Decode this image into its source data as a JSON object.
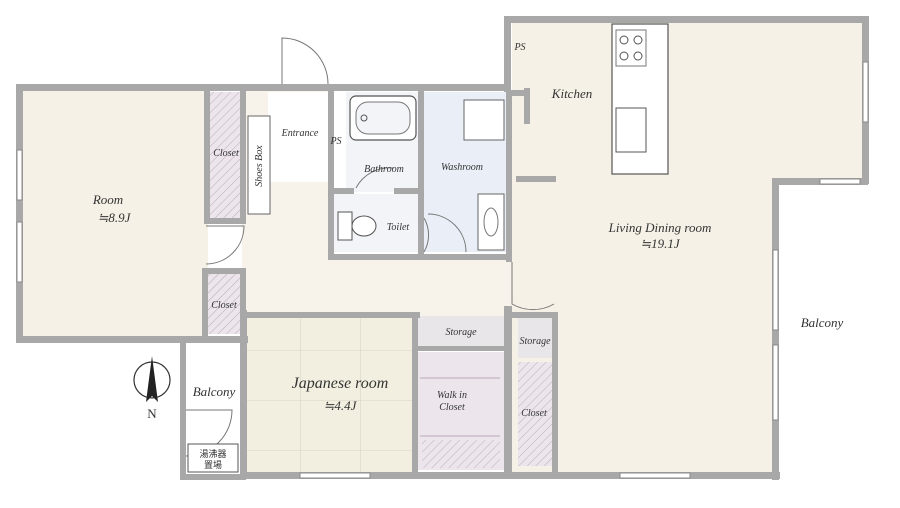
{
  "rooms": {
    "kitchen": "Kitchen",
    "ldk_name": "Living Dining room",
    "ldk_size": "≒19.1J",
    "room_name": "Room",
    "room_size": "≒8.9J",
    "japanese_name": "Japanese room",
    "japanese_size": "≒4.4J",
    "entrance": "Entrance",
    "shoes_box": "Shoes Box",
    "bathroom": "Bathroom",
    "washroom": "Washroom",
    "toilet": "Toilet",
    "ps_top": "PS",
    "ps_bath": "PS",
    "closet_room": "Closet",
    "closet_lower": "Closet",
    "closet_right": "Closet",
    "storage_mid": "Storage",
    "storage_right": "Storage",
    "walk_in_1": "Walk in",
    "walk_in_2": "Closet",
    "balcony_left": "Balcony",
    "balcony_right": "Balcony",
    "heater_1": "湯沸器",
    "heater_2": "置場"
  },
  "compass": {
    "label": "N"
  },
  "colors": {
    "wall": "#a8a8a8",
    "floor": "#f6f1e6",
    "tatami": "#f3efe0",
    "wet_area": "#e9eef7",
    "storage": "#e6e0e6",
    "balcony": "#ffffff"
  }
}
